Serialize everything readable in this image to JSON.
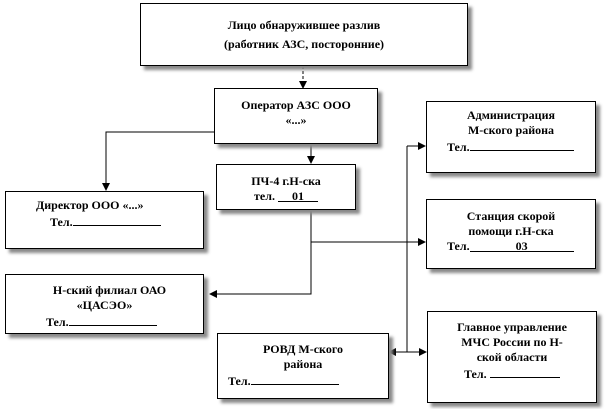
{
  "boxes": {
    "detector": {
      "line1": "Лицо обнаружившее разлив",
      "line2": "(работник АЗС, посторонние)"
    },
    "operator": {
      "line1": "Оператор АЗС ООО",
      "line2": "«...»"
    },
    "fire": {
      "line1": "ПЧ-4 г.Н-ска",
      "tel_label": "тел.",
      "tel_value": "01"
    },
    "director": {
      "line1": "Директор ООО «...»",
      "tel_label": "Тел.",
      "tel_value": ""
    },
    "branch": {
      "line1": "Н-ский филиал  ОАО",
      "line2": "«ЦАСЭО»",
      "tel_label": "Тел.",
      "tel_value": ""
    },
    "police": {
      "line1": "РОВД М-ского",
      "line2": "района",
      "tel_label": "Тел.",
      "tel_value": ""
    },
    "admin": {
      "line1": "Администрация",
      "line2": "М-ского района",
      "tel_label": "Тел.",
      "tel_value": ""
    },
    "ambulance": {
      "line1": "Станция скорой",
      "line2": "помощи г.Н-ска",
      "tel_label": "Тел.",
      "tel_value": "03"
    },
    "emergency": {
      "line1": "Главное управление",
      "line2": "МЧС России по Н-",
      "line3": "ской области",
      "tel_label": "Тел.",
      "tel_value": ""
    }
  }
}
